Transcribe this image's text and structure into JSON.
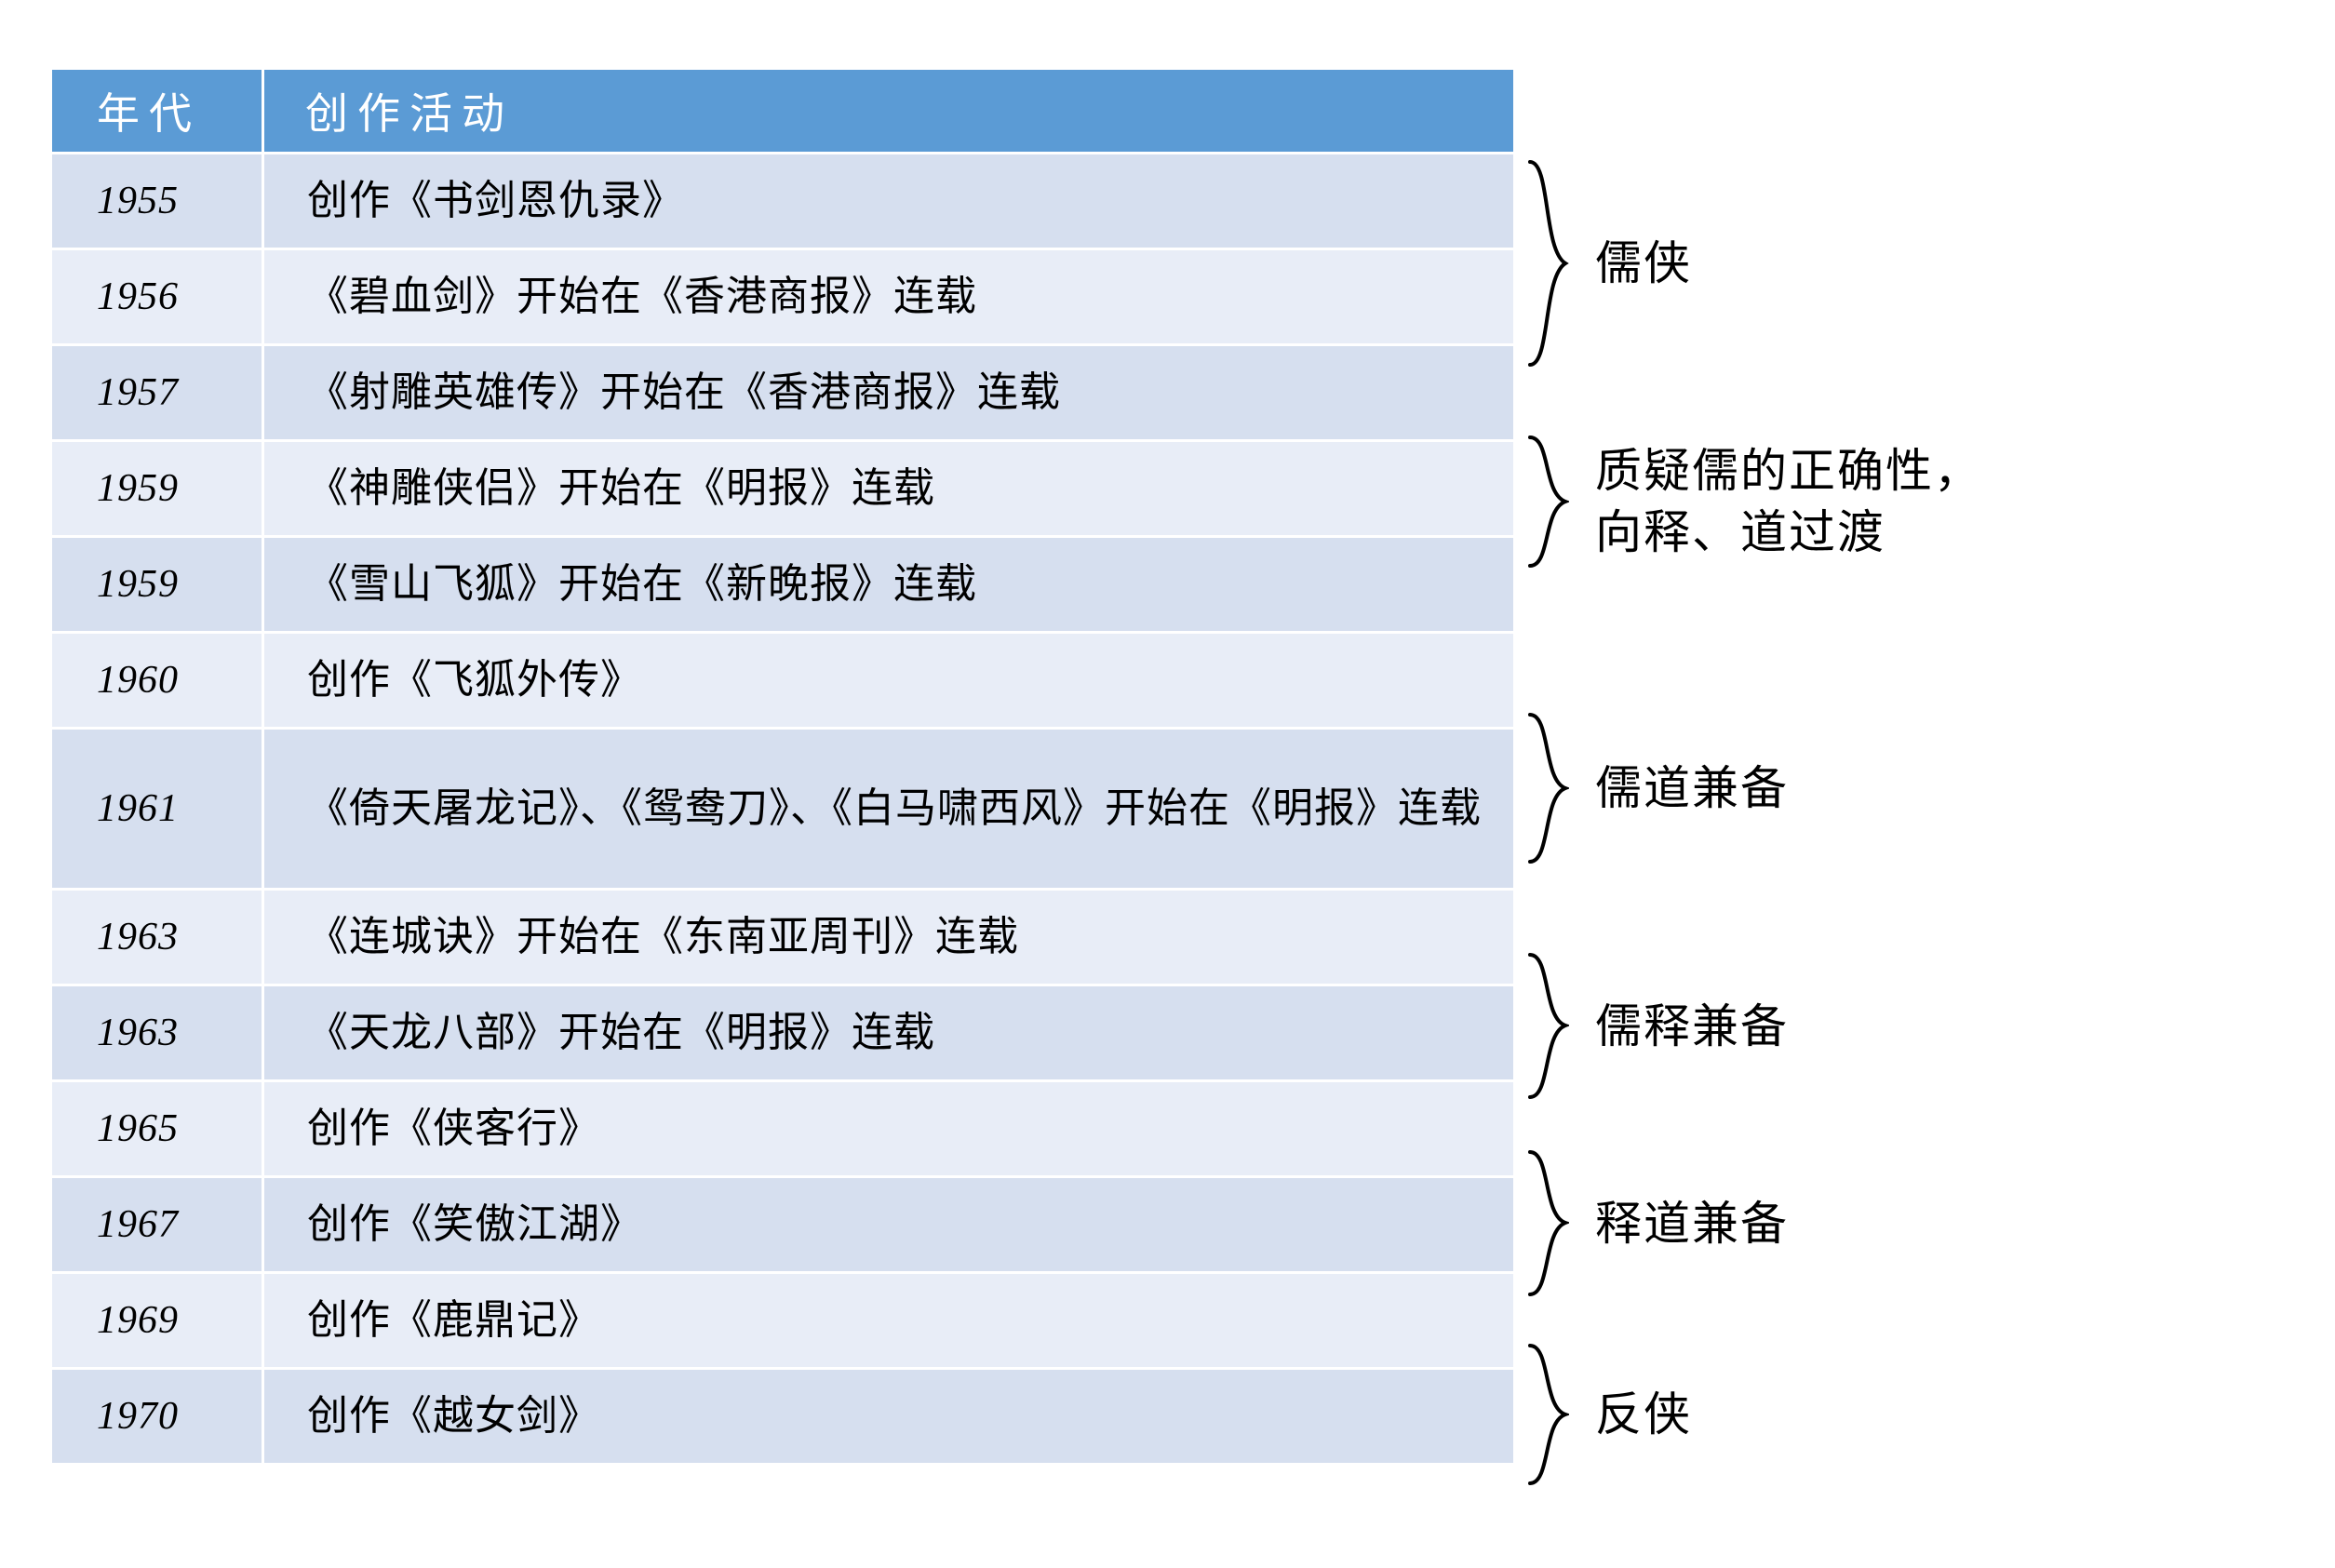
{
  "table": {
    "headers": {
      "year": "年代",
      "activity": "创作活动"
    },
    "rows": [
      {
        "year": "1955",
        "activity": "创作《书剑恩仇录》"
      },
      {
        "year": "1956",
        "activity": "《碧血剑》开始在《香港商报》连载"
      },
      {
        "year": "1957",
        "activity": "《射雕英雄传》开始在《香港商报》连载"
      },
      {
        "year": "1959",
        "activity": "《神雕侠侣》开始在《明报》连载"
      },
      {
        "year": "1959",
        "activity": "《雪山飞狐》开始在《新晚报》连载"
      },
      {
        "year": "1960",
        "activity": "创作《飞狐外传》"
      },
      {
        "year": "1961",
        "activity": "《倚天屠龙记》、《鸳鸯刀》、《白马啸西风》开始在《明报》连载"
      },
      {
        "year": "1963",
        "activity": "《连城诀》开始在《东南亚周刊》连载"
      },
      {
        "year": "1963",
        "activity": "《天龙八部》开始在《明报》连载"
      },
      {
        "year": "1965",
        "activity": "创作《侠客行》"
      },
      {
        "year": "1967",
        "activity": "创作《笑傲江湖》"
      },
      {
        "year": "1969",
        "activity": "创作《鹿鼎记》"
      },
      {
        "year": "1970",
        "activity": "创作《越女剑》"
      }
    ]
  },
  "annotations": [
    {
      "label": "儒侠"
    },
    {
      "label": "质疑儒的正确性，\n向释、道过渡"
    },
    {
      "label": "儒道兼备"
    },
    {
      "label": "儒释兼备"
    },
    {
      "label": "释道兼备"
    },
    {
      "label": "反侠"
    }
  ],
  "colors": {
    "header_blue": "#5b9bd5",
    "row_dark": "#d6dfef",
    "row_light": "#e8edf7",
    "background": "#ffffff",
    "text": "#000000"
  }
}
